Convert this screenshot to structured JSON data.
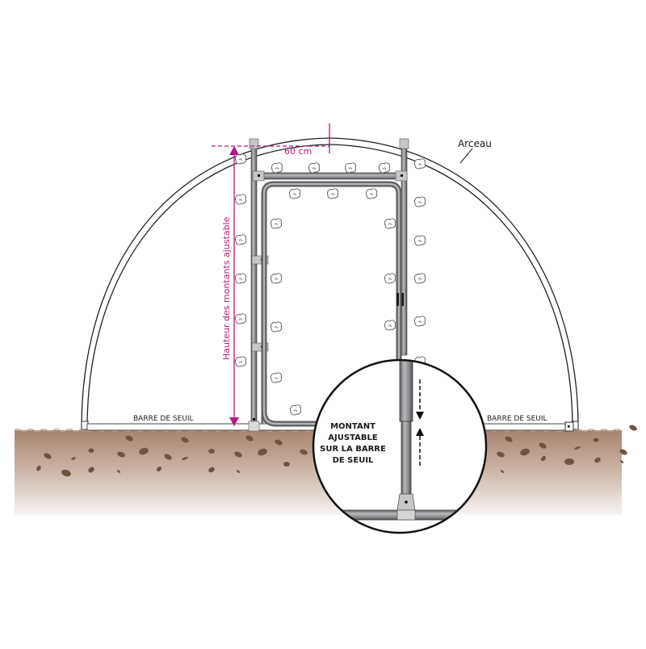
{
  "diagram": {
    "type": "greenhouse door installation diagram",
    "labels": {
      "arch": "Arceau",
      "width_dimension": "60 cm",
      "height_dimension": "Hauteur des montants ajustable",
      "threshold_left": "BARRE DE SEUIL",
      "threshold_right": "BARRE DE SEUIL",
      "detail_line1": "MONTANT",
      "detail_line2": "AJUSTABLE",
      "detail_line3": "SUR LA BARRE",
      "detail_line4": "DE SEUIL"
    },
    "colors": {
      "dimension": "#b5197e",
      "arch_stroke": "#222222",
      "pipe": "#8a8c8e",
      "pipe_dark": "#5b5d60",
      "soil_top": "#a88470",
      "soil_bottom": "#f4f0ee",
      "rock": "#6e5443",
      "background": "#ffffff"
    }
  }
}
